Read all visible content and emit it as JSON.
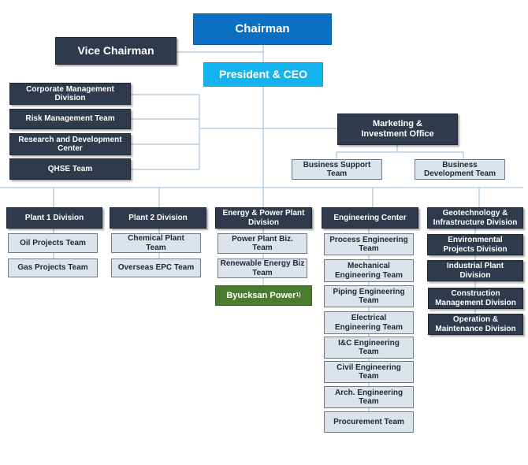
{
  "top": {
    "chairman": "Chairman",
    "vice_chairman": "Vice Chairman",
    "president": "President & CEO"
  },
  "staff": {
    "corporate_management": "Corporate Management\nDivision",
    "risk_management": "Risk Management Team",
    "research_development": "Research and Development\nCenter",
    "qhse": "QHSE Team"
  },
  "marketing": {
    "office": "Marketing &\nInvestment Office",
    "business_support": "Business Support\nTeam",
    "business_development": "Business\nDevelopment Team"
  },
  "plant1": {
    "head": "Plant 1 Division",
    "teams": [
      "Oil Projects Team",
      "Gas Projects Team"
    ]
  },
  "plant2": {
    "head": "Plant 2 Division",
    "teams": [
      "Chemical Plant\nTeam",
      "Overseas EPC Team"
    ]
  },
  "energy": {
    "head": "Energy & Power Plant\nDivision",
    "teams": [
      "Power Plant Biz.\nTeam",
      "Renewable Energy Biz\nTeam"
    ],
    "subsidiary": "Byucksan Power",
    "subsidiary_note": "1)"
  },
  "engineering": {
    "head": "Engineering Center",
    "teams": [
      "Process Engineering\nTeam",
      "Mechanical\nEngineering Team",
      "Piping Engineering\nTeam",
      "Electrical\nEngineering Team",
      "I&C Engineering\nTeam",
      "Civil Engineering\nTeam",
      "Arch. Engineering\nTeam",
      "Procurement Team"
    ]
  },
  "geotech": {
    "head": "Geotechnology &\nInfrastructure Division",
    "divisions": [
      "Environmental\nProjects  Division",
      "Industrial Plant\nDivision",
      "Construction\nManagement Division",
      "Operation &\nMaintenance Division"
    ]
  },
  "colors": {
    "navy": "#2f3a4c",
    "light_team": "#dde3ea",
    "chairman_blue": "#0b6fc4",
    "ceo_cyan": "#13b4ef",
    "subsidiary_green": "#4a7b2e",
    "connector": "#a9c3dc"
  }
}
